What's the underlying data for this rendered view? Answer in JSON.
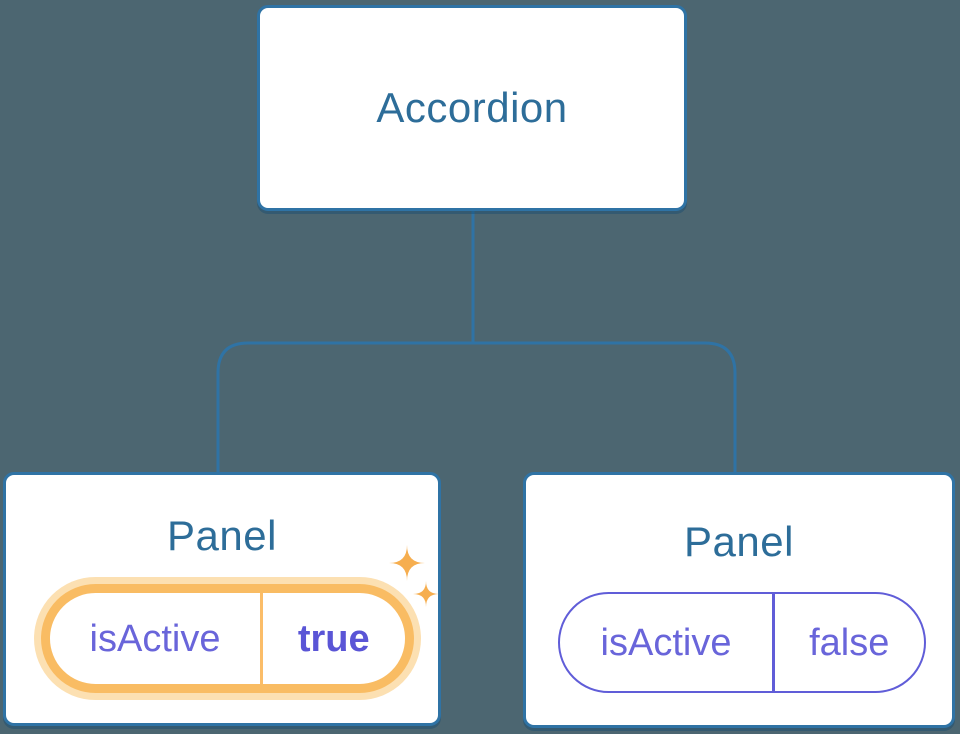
{
  "diagram": {
    "root": {
      "label": "Accordion"
    },
    "panels": [
      {
        "title": "Panel",
        "prop": "isActive",
        "value": "true",
        "state": "active"
      },
      {
        "title": "Panel",
        "prop": "isActive",
        "value": "false",
        "state": "inactive"
      }
    ]
  },
  "icons": {
    "sparkles": "two four-point sparkle stars marking the active state"
  },
  "colors": {
    "background": "#4c6671",
    "stroke": "#2f73a5",
    "heading": "#2d6d99",
    "purple": "#6965da",
    "purple_bold": "#5a55d6",
    "pill_purple": "#605dd8",
    "orange": "#f9bc63",
    "orange_halo": "#fce0b2",
    "orange_divider": "#fbbd68",
    "sparkle": "#f6ae4f",
    "node_bg": "#ffffff",
    "shadow": "rgba(24,76,112,0.45)"
  }
}
